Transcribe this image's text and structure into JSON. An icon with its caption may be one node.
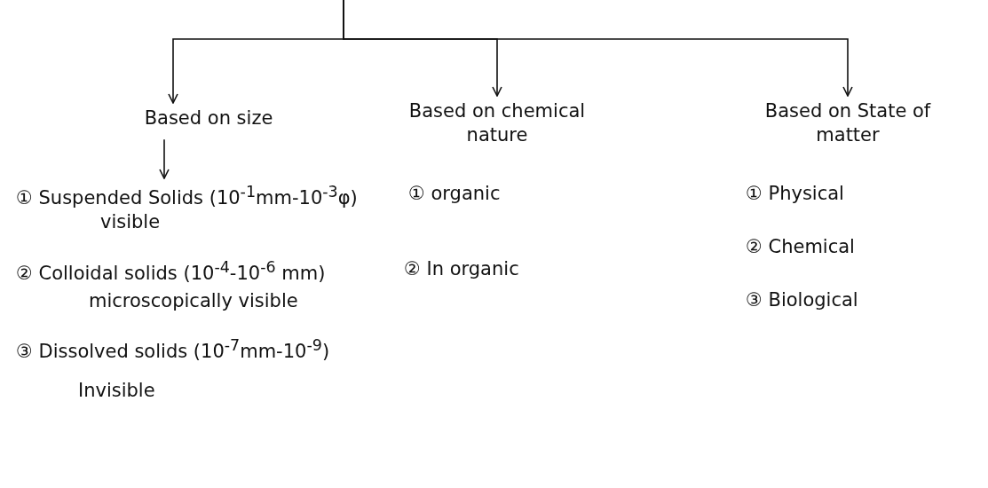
{
  "diagram": {
    "nodes": [
      {
        "text": [
          "Based on size"
        ]
      },
      {
        "text": [
          "Based on chemical nature"
        ]
      },
      {
        "text": [
          "Based on State of matter"
        ]
      },
      {
        "text": [
          "① Suspended Solids (10$^{-1}$mm-10$^{-3}$φ)",
          "visible"
        ]
      }
    ],
    "edges": [
      {
        "from": null,
        "to": 0,
        "arrow": "to"
      },
      {
        "from": null,
        "to": 1,
        "arrow": "to"
      },
      {
        "from": null,
        "to": 2,
        "arrow": "to"
      },
      {
        "from": 0,
        "to": 3,
        "arrow": "to"
      }
    ],
    "labels": [
      "① organic",
      "② Colloidal solids (10$^{-4}$-10$^{-6}$ mm)",
      "② In organic",
      "microscopically visible",
      "③ Dissolved solids (10$^{-7}$mm-10$^{-9}$)",
      "Invisible",
      "① Physical",
      "② Chemical",
      "③ Biological"
    ]
  }
}
